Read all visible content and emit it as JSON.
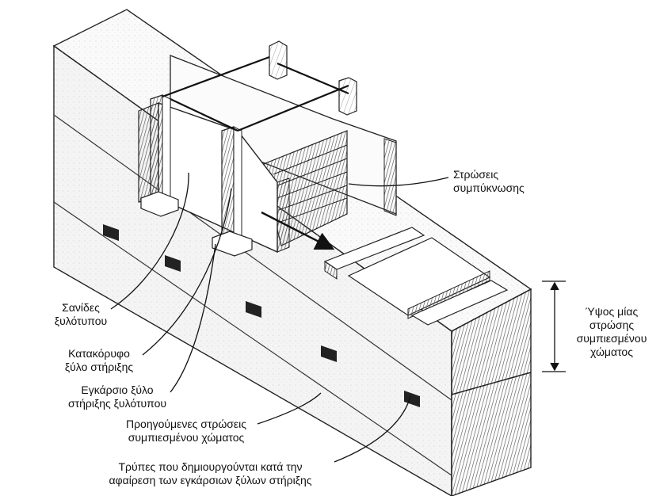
{
  "labels": {
    "compaction_layers": [
      "Στρώσεις",
      "συμπύκνωσης"
    ],
    "layer_height": [
      "Ύψος μίας",
      "στρώσης",
      "συμπιεσμένου",
      "χώματος"
    ],
    "formwork_boards": [
      "Σανίδες",
      "ξυλότυπου"
    ],
    "vertical_support": [
      "Κατακόρυφο",
      "ξύλο στήριξης"
    ],
    "cross_support": [
      "Εγκάρσιο ξύλο",
      "στήριξης ξυλότυπου"
    ],
    "previous_layers": [
      "Προηγούμενες στρώσεις",
      "συμπιεσμένου χώματος"
    ],
    "holes": [
      "Τρύπες που δημιουργούνται κατά την",
      "αφαίρεση των εγκάρσιων ξύλων στήριξης"
    ]
  }
}
